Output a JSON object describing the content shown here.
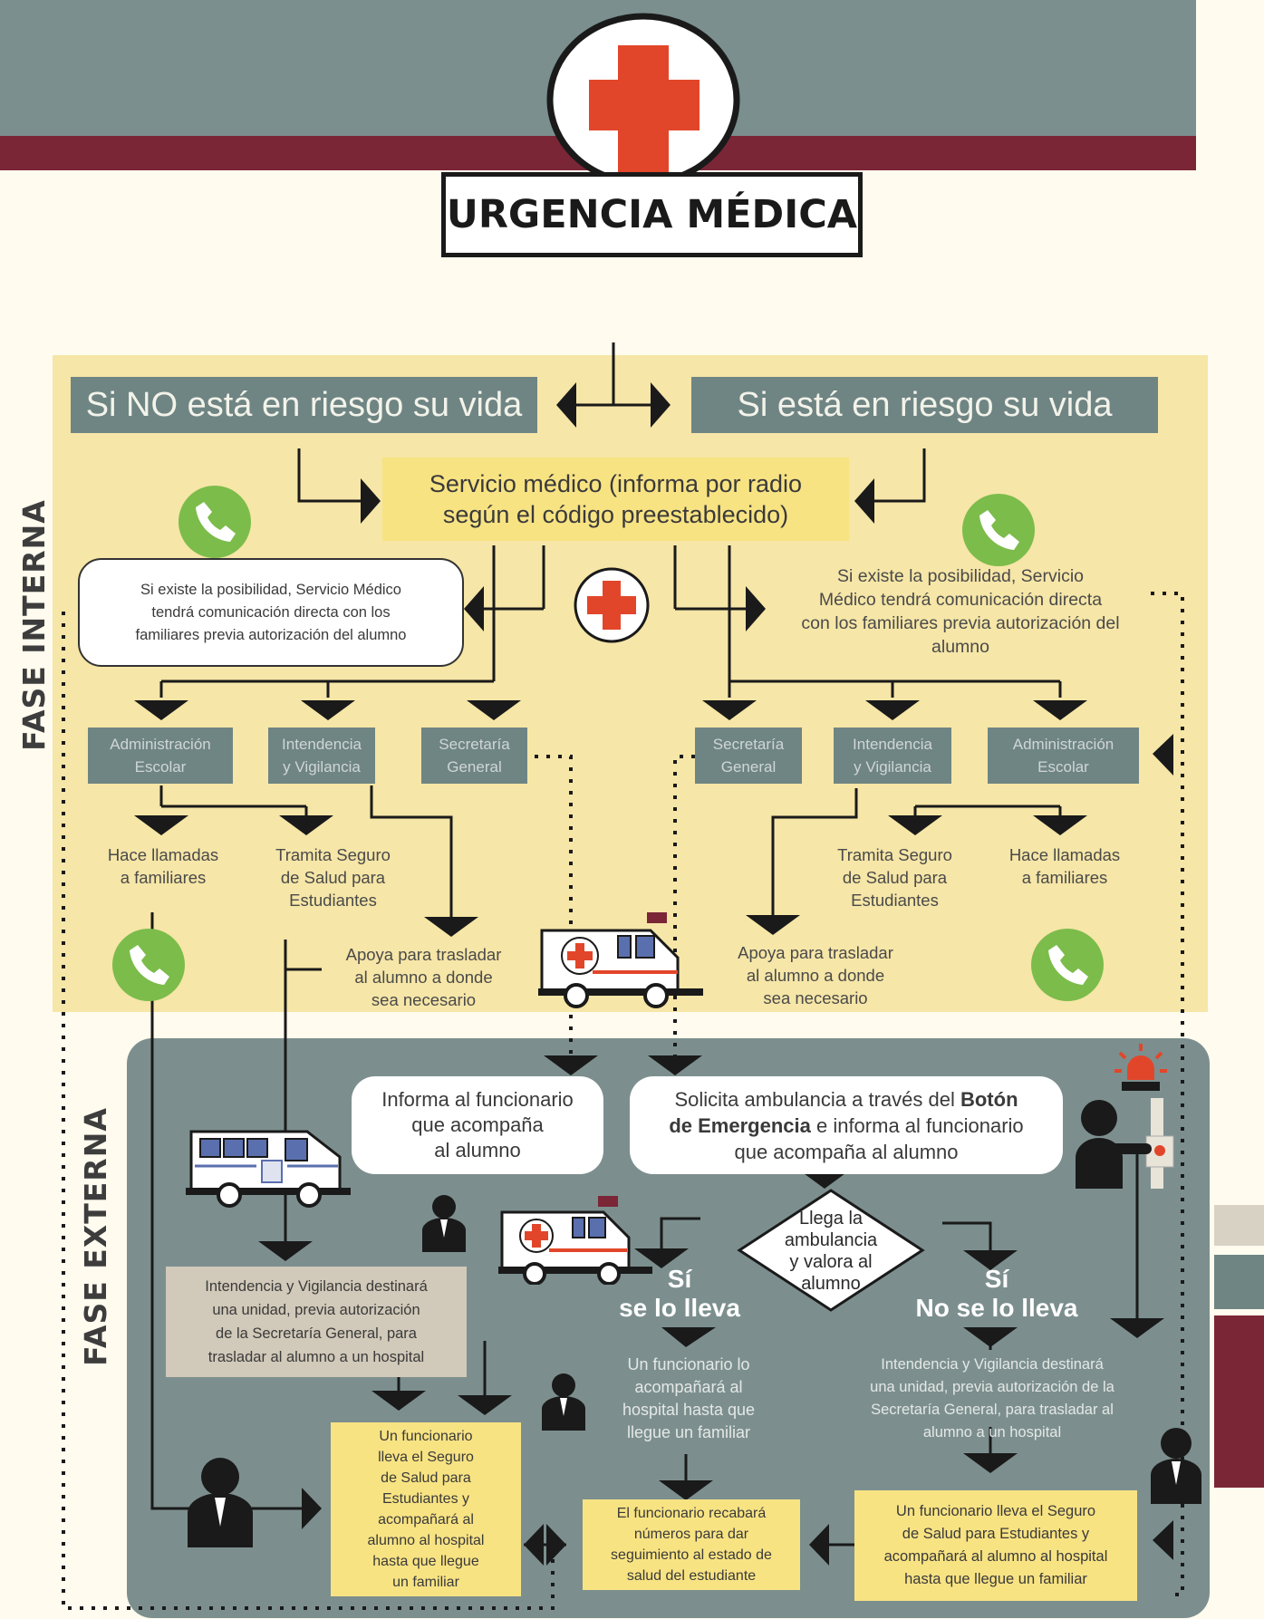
{
  "header": {
    "title": "URGENCIA MÉDICA",
    "colors": {
      "top_band": "#7a8f8e",
      "maroon_band": "#7a2637",
      "cross": "#e2462a"
    }
  },
  "phases": {
    "internal": "FASE INTERNA",
    "external": "FASE EXTERNA"
  },
  "internal": {
    "not_at_risk": "Si NO está en riesgo su vida",
    "at_risk": "Si está en riesgo su vida",
    "medical_service_line1": "Servicio médico (informa por radio",
    "medical_service_line2": "según el código preestablecido)",
    "left_contact": [
      "Si existe la posibilidad, Servicio Médico",
      "tendrá comunicación directa con los",
      "familiares previa autorización del alumno"
    ],
    "right_contact": [
      "Si existe la posibilidad, Servicio",
      "Médico tendrá comunicación directa",
      "con los familiares previa autorización del",
      "alumno"
    ],
    "left_depts": [
      {
        "line1": "Administración",
        "line2": "Escolar"
      },
      {
        "line1": "Intendencia",
        "line2": "y Vigilancia"
      },
      {
        "line1": "Secretaría",
        "line2": "General"
      }
    ],
    "right_depts": [
      {
        "line1": "Secretaría",
        "line2": "General"
      },
      {
        "line1": "Intendencia",
        "line2": "y Vigilancia"
      },
      {
        "line1": "Administración",
        "line2": "Escolar"
      }
    ],
    "left_calls": [
      "Hace llamadas",
      "a familiares"
    ],
    "left_insurance": [
      "Tramita Seguro",
      "de Salud para",
      "Estudiantes"
    ],
    "left_transfer": [
      "Apoya para trasladar",
      "al alumno a donde",
      "sea necesario"
    ],
    "right_insurance": [
      "Tramita Seguro",
      "de Salud para",
      "Estudiantes"
    ],
    "right_calls": [
      "Hace llamadas",
      "a familiares"
    ],
    "right_transfer": [
      "Apoya para trasladar",
      "al alumno a donde",
      "sea necesario"
    ]
  },
  "external": {
    "inform_official": [
      "Informa al funcionario",
      "que acompaña",
      "al alumno"
    ],
    "request_ambulance": {
      "pre": "Solicita ambulancia a través del ",
      "bold1": "Botón",
      "bold2": "de Emergencia",
      "post": " e informa al funcionario",
      "line3": "que acompaña al alumno"
    },
    "decision": [
      "Llega la",
      "ambulancia",
      "y valora al",
      "alumno"
    ],
    "yes_taken": {
      "line1": "Sí",
      "line2": "se lo lleva"
    },
    "yes_not_taken": {
      "line1": "Sí",
      "line2": "No se lo lleva"
    },
    "left_unit": [
      "Intendencia y Vigilancia destinará",
      "una unidad, previa autorización",
      "de la Secretaría General, para",
      "trasladar al alumno a un hospital"
    ],
    "official_accompany": [
      "Un funcionario lo",
      "acompañará al",
      "hospital hasta que",
      "llegue un familiar"
    ],
    "right_unit": [
      "Intendencia y Vigilancia destinará",
      "una unidad, previa autorización de la",
      "Secretaría General, para trasladar al",
      "alumno a un hospital"
    ],
    "left_final": [
      "Un funcionario",
      "lleva el Seguro",
      "de Salud para",
      "Estudiantes y",
      "acompañará al",
      "alumno al hospital",
      "hasta que llegue",
      "un familiar"
    ],
    "middle_final": [
      "El funcionario recabará",
      "números para dar",
      "seguimiento al estado de",
      "salud del estudiante"
    ],
    "right_final": [
      "Un funcionario lleva el Seguro",
      "de Salud para Estudiantes y",
      "acompañará al alumno al hospital",
      "hasta que llegue un familiar"
    ]
  }
}
